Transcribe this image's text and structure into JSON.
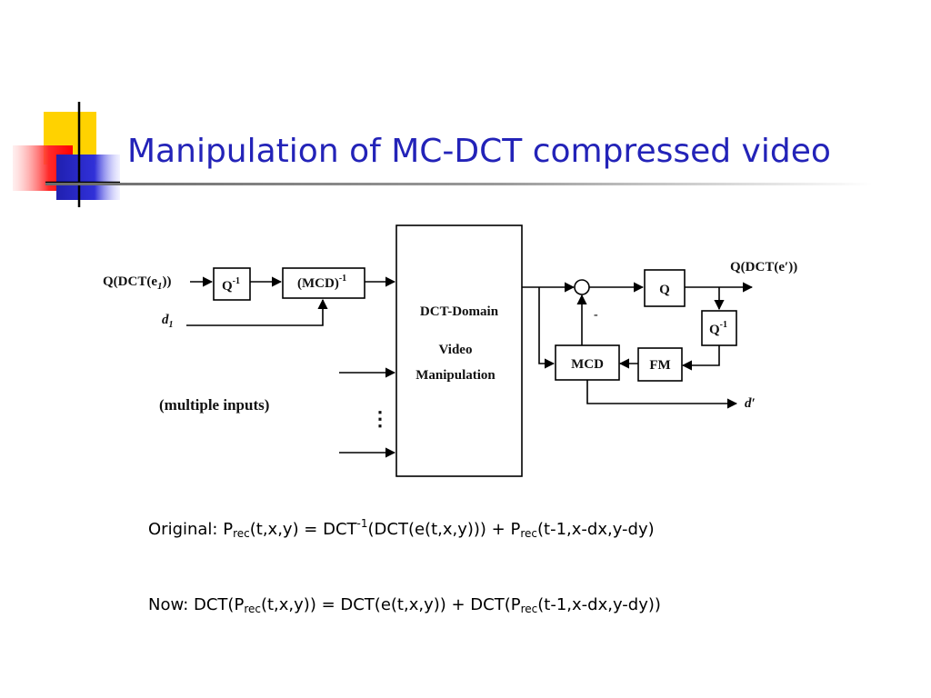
{
  "slide": {
    "title": "Manipulation of MC-DCT compressed video"
  },
  "diagram": {
    "input_signal": "Q(DCT(e",
    "input_sub": "1",
    "input_close": "))",
    "q_inv_base": "Q",
    "q_inv_sup": "-1",
    "mcd_inv_base": "(MCD)",
    "mcd_inv_sup": "-1",
    "d1_base": "d",
    "d1_sub": "1",
    "multiple_inputs": "(multiple inputs)",
    "main_block_line1": "DCT-Domain",
    "main_block_line2": "Video",
    "main_block_line3": "Manipulation",
    "adder_minus": "-",
    "q_label": "Q",
    "mcd_label": "MCD",
    "fm_label": "FM",
    "output_signal": "Q(DCT(e′))",
    "output_d": "d′",
    "dots": "⋮"
  },
  "equations": {
    "original": {
      "prefix": "Original: P",
      "sub1": "rec",
      "part1": "(t,x,y) = DCT",
      "sup": "-1",
      "part2": "(DCT(e(t,x,y))) + P",
      "sub2": "rec",
      "part3": "(t-1,x-dx,y-dy)"
    },
    "now": {
      "prefix": "Now: DCT(P",
      "sub1": "rec",
      "part1": "(t,x,y)) = DCT(e(t,x,y)) + DCT(P",
      "sub2": "rec",
      "part2": "(t-1,x-dx,y-dy))"
    }
  }
}
